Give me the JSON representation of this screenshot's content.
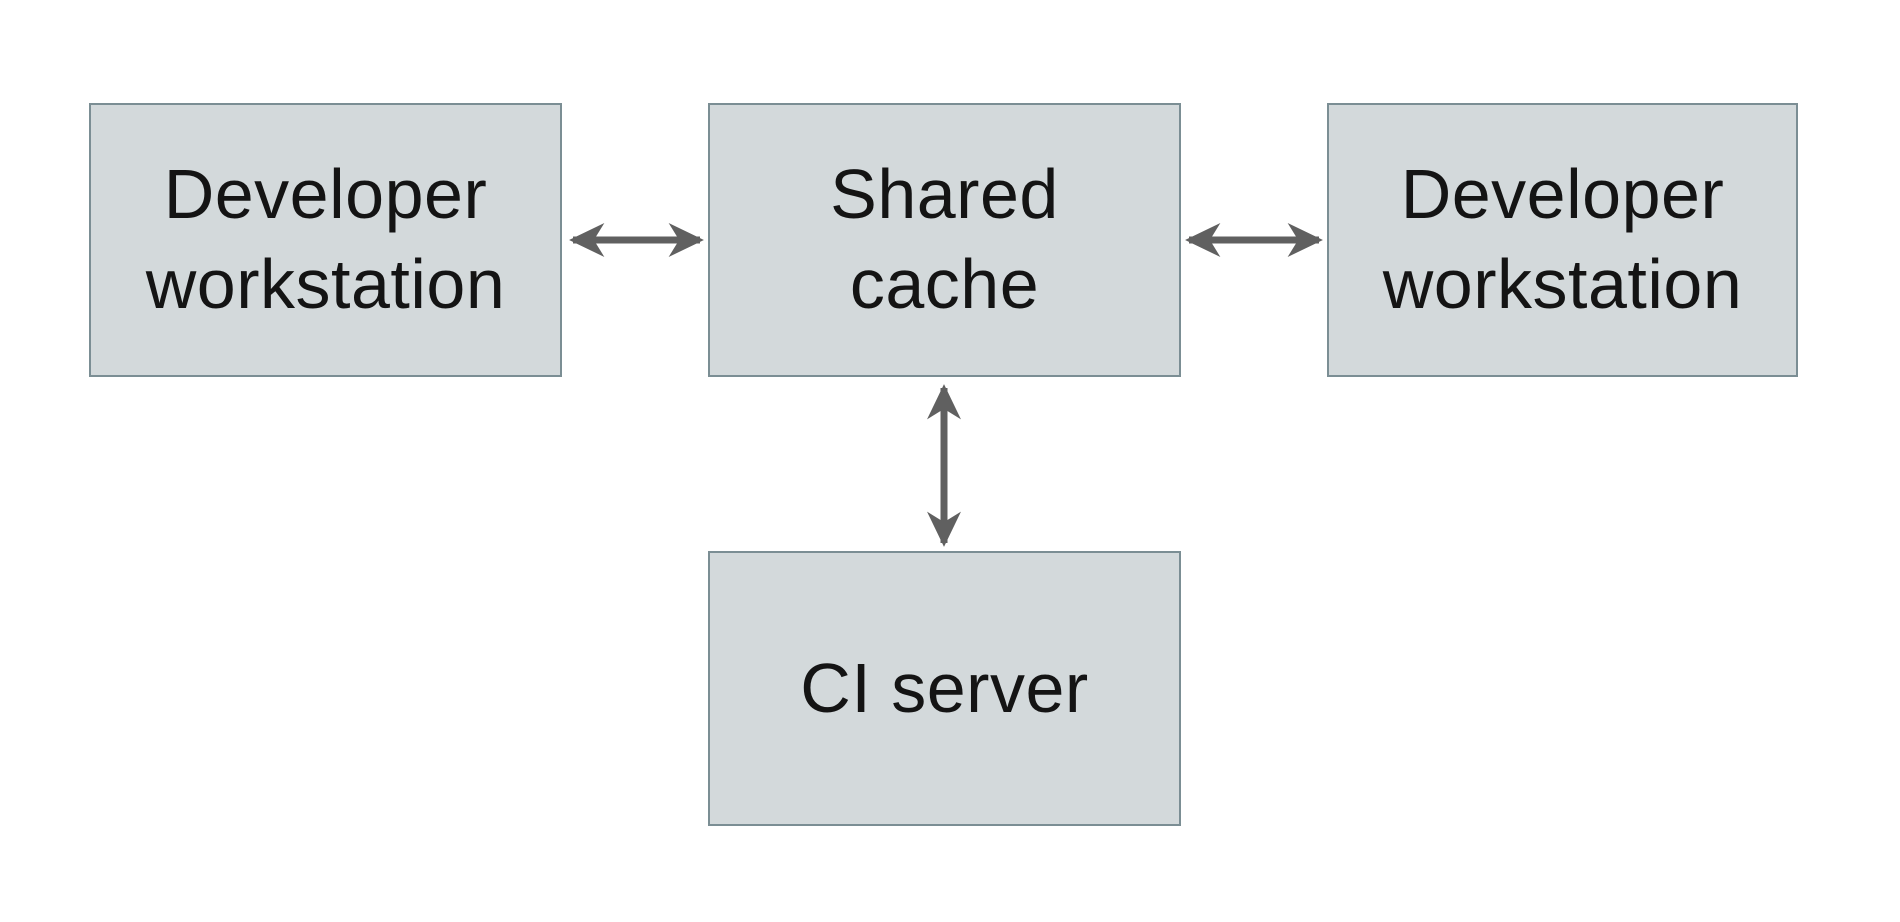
{
  "diagram": {
    "type": "architecture-diagram",
    "nodes": [
      {
        "id": "dev-workstation-left",
        "label": "Developer\nworkstation"
      },
      {
        "id": "shared-cache",
        "label": "Shared\ncache"
      },
      {
        "id": "dev-workstation-right",
        "label": "Developer\nworkstation"
      },
      {
        "id": "ci-server",
        "label": "CI server"
      }
    ],
    "edges": [
      {
        "from": "dev-workstation-left",
        "to": "shared-cache",
        "direction": "bidirectional",
        "orientation": "horizontal"
      },
      {
        "from": "shared-cache",
        "to": "dev-workstation-right",
        "direction": "bidirectional",
        "orientation": "horizontal"
      },
      {
        "from": "shared-cache",
        "to": "ci-server",
        "direction": "bidirectional",
        "orientation": "vertical"
      }
    ],
    "colors": {
      "node-fill": "#d3d9db",
      "node-border": "#7b8e94",
      "arrow": "#606060",
      "text": "#141414",
      "bg": "#ffffff"
    }
  }
}
